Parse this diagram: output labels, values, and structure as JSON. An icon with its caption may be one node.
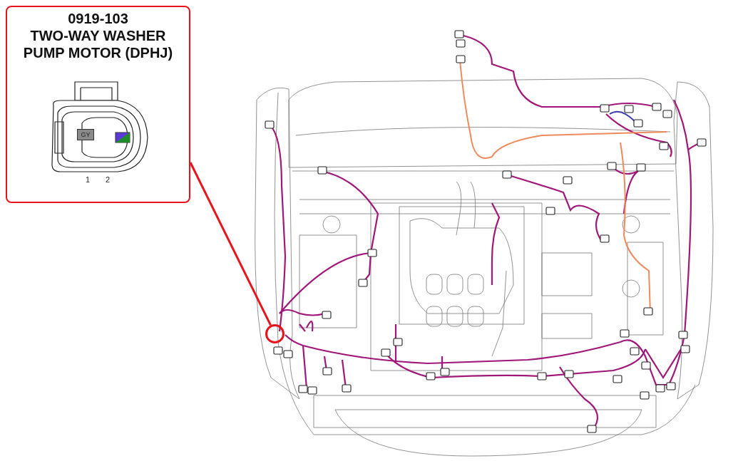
{
  "diagram": {
    "nodes": [
      {
        "text": [
          "0919-103",
          "TWO-WAY WASHER PUMP MOTOR (DPHJ)"
        ]
      },
      {
        "text": [],
        "shape": "circle"
      }
    ],
    "edges": [
      {
        "from": 0,
        "to": 1,
        "arrow": "none"
      }
    ],
    "labels": [
      "GY",
      "1",
      "2"
    ]
  }
}
